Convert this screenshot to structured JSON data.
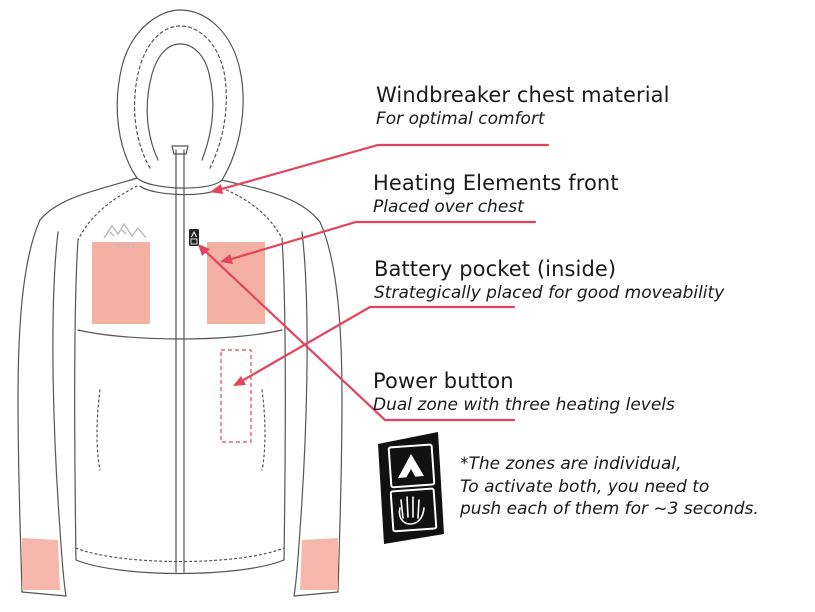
{
  "callouts": [
    {
      "title": "Windbreaker chest material",
      "subtitle": "For optimal comfort"
    },
    {
      "title": "Heating Elements front",
      "subtitle": "Placed over chest"
    },
    {
      "title": "Battery pocket (inside)",
      "subtitle": "Strategically placed for good moveability"
    },
    {
      "title": "Power button",
      "subtitle": "Dual zone with three heating levels"
    }
  ],
  "note": {
    "line1": "*The zones are individual,",
    "line2": "To activate both, you need to",
    "line3": "push each of them for ~3 seconds."
  },
  "logo": {
    "text": "HEATX"
  },
  "colors": {
    "leader": "#e2445e",
    "heating_zone": "#f4b0a2",
    "battery_outline": "#e0455a",
    "outline": "#555555",
    "button_bg": "#111111"
  },
  "icons": [
    "jacket-outline",
    "power-button-icon",
    "mountain-zone-icon",
    "hand-zone-icon"
  ]
}
